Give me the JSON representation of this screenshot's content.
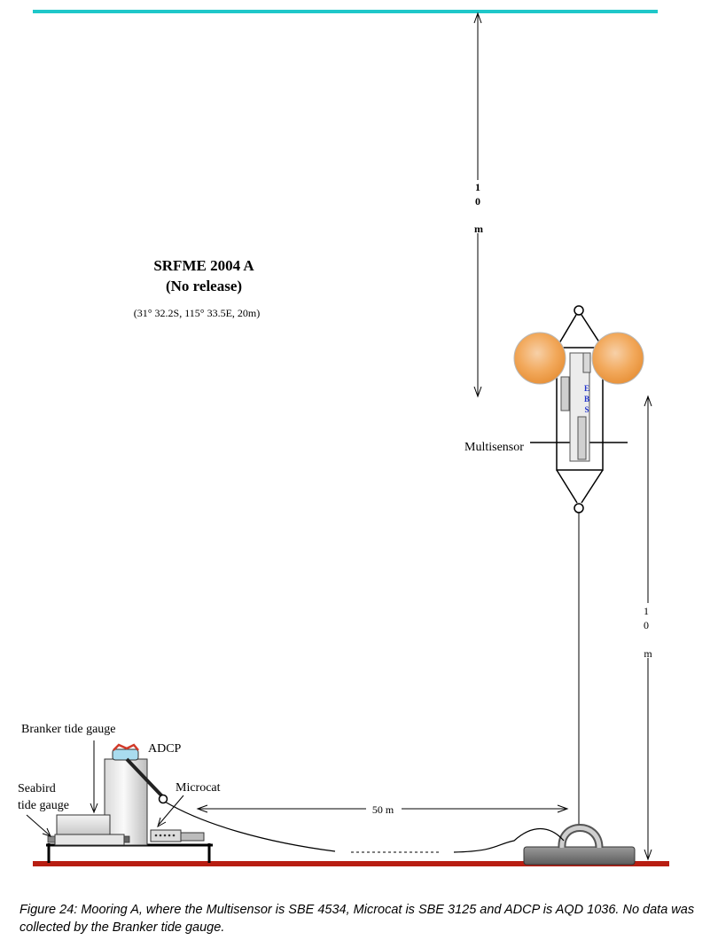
{
  "title": "SRFME 2004 A",
  "subtitle": "(No release)",
  "position": "(31° 32.2S, 115° 33.5E, 20m)",
  "labels": {
    "multisensor": "Multisensor",
    "branker": "Branker tide gauge",
    "adcp": "ADCP",
    "microcat": "Microcat",
    "seabird_line1": "Seabird",
    "seabird_line2": "tide gauge"
  },
  "dimensions": {
    "upper_digit1": "1",
    "upper_digit2": "0",
    "upper_unit": "m",
    "lower_digit1": "1",
    "lower_digit2": "0",
    "lower_unit": "m",
    "horizontal": "50 m"
  },
  "instrument_label": {
    "chars": [
      "E",
      "B",
      "S"
    ]
  },
  "caption": "Figure 24:  Mooring A, where the Multisensor is SBE 4534, Microcat is SBE 3125 and ADCP is AQD 1036. No data was collected by the Branker tide gauge.",
  "colors": {
    "surface": "#1fc7c9",
    "seabed": "#b81e12",
    "float": "#f0a24e",
    "instrument_text": "#2233cc"
  }
}
